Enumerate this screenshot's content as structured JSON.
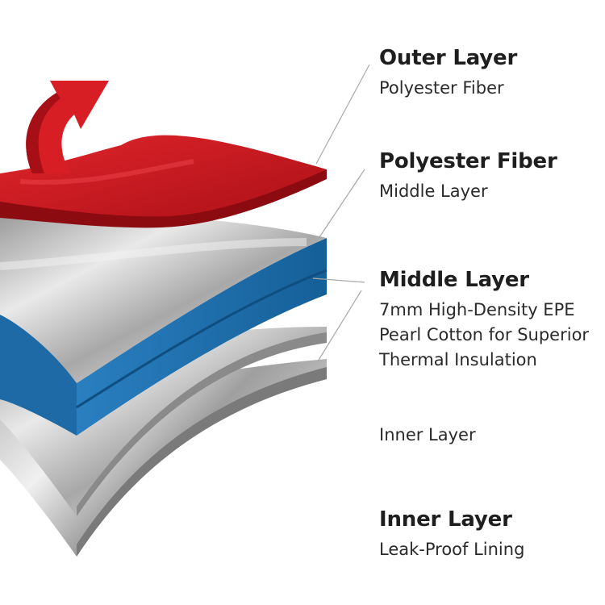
{
  "labels": {
    "outer": {
      "title": "Outer Layer",
      "subtitle": "Polyester Fiber"
    },
    "polyester": {
      "title": "Polyester Fiber",
      "subtitle": "Middle Layer"
    },
    "middle": {
      "title": "Middle Layer",
      "lines": [
        "7mm High-Density EPE",
        "Pearl Cotton for Superior",
        "Thermal Insulation"
      ]
    },
    "inner_plain": {
      "subtitle": "Inner Layer"
    },
    "inner": {
      "title": "Inner Layer",
      "subtitle": "Leak-Proof Lining"
    }
  },
  "colors": {
    "red": "#c8161d",
    "blue": "#1f74b4",
    "silver": "#c9c9c9",
    "text": "#1e1e1e"
  },
  "icons": {
    "arrow": "curved-up-arrow-icon"
  }
}
